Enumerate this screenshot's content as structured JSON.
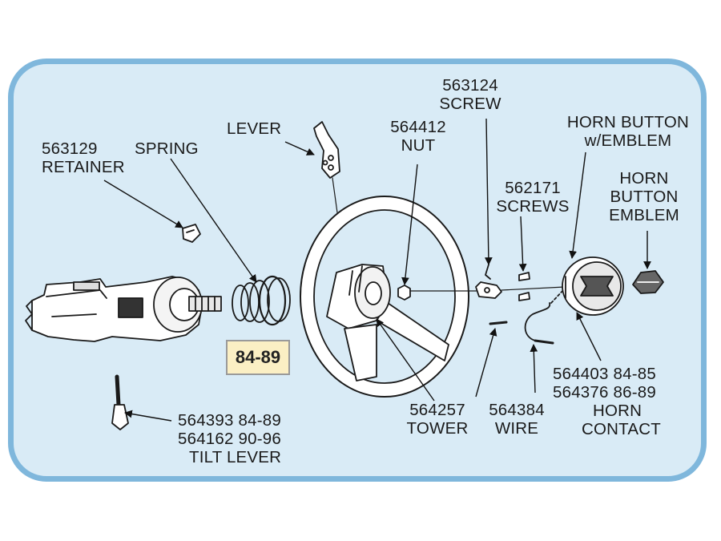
{
  "badge": "84-89",
  "labels": {
    "retainer": [
      "563129",
      "RETAINER"
    ],
    "spring": [
      "SPRING"
    ],
    "lever": [
      "LEVER"
    ],
    "nut": [
      "564412",
      "NUT"
    ],
    "screw": [
      "563124",
      "SCREW"
    ],
    "screws": [
      "562171",
      "SCREWS"
    ],
    "horn_button": [
      "HORN BUTTON",
      "w/EMBLEM"
    ],
    "horn_emblem": [
      "HORN",
      "BUTTON",
      "EMBLEM"
    ],
    "horn_contact": [
      "564403  84-85",
      "564376  86-89",
      "HORN",
      "CONTACT"
    ],
    "wire": [
      "564384",
      "WIRE"
    ],
    "tower": [
      "564257",
      "TOWER"
    ],
    "tilt_lever": [
      "564393  84-89",
      "564162  90-96",
      "TILT LEVER"
    ]
  },
  "colors": {
    "panel_border": "#7fb7dc",
    "panel_fill": "#d9ebf6",
    "badge_fill": "#fbefc4"
  }
}
